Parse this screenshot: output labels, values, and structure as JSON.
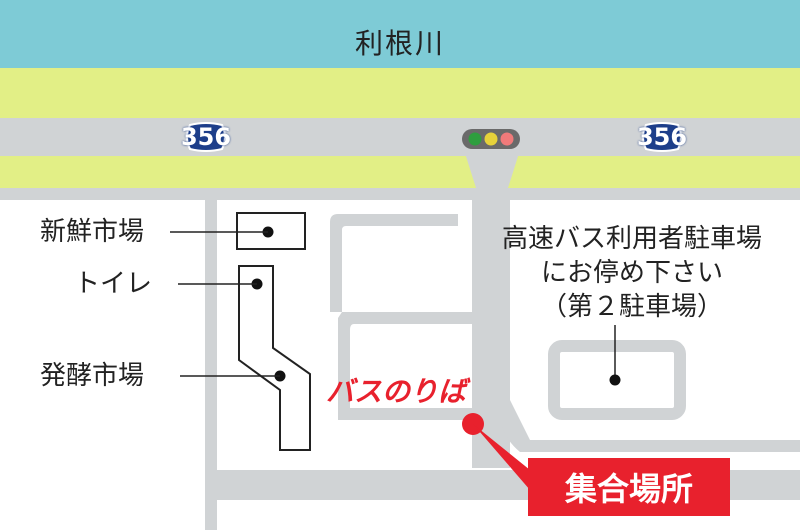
{
  "river": {
    "name": "利根川",
    "color": "#7ecbd6"
  },
  "route": {
    "number": "356",
    "color": "#1e3f8a"
  },
  "facilities": {
    "fish_market": "新鮮市場",
    "toilet": "トイレ",
    "ferment_market": "発酵市場"
  },
  "parking": {
    "line1": "高速バス利用者駐車場",
    "line2": "にお停め下さい",
    "line3": "（第２駐車場）"
  },
  "bus_stop": {
    "label": "バスのりば",
    "color": "#e8212d"
  },
  "meeting_point": {
    "label": "集合場所",
    "color": "#e8212d"
  },
  "traffic_light": {
    "colors": [
      "#2e9e3e",
      "#e6d23a",
      "#f07a7a"
    ]
  },
  "colors": {
    "road": "#d0d3d5",
    "grass": "#e2ef86",
    "background": "#ffffff"
  }
}
